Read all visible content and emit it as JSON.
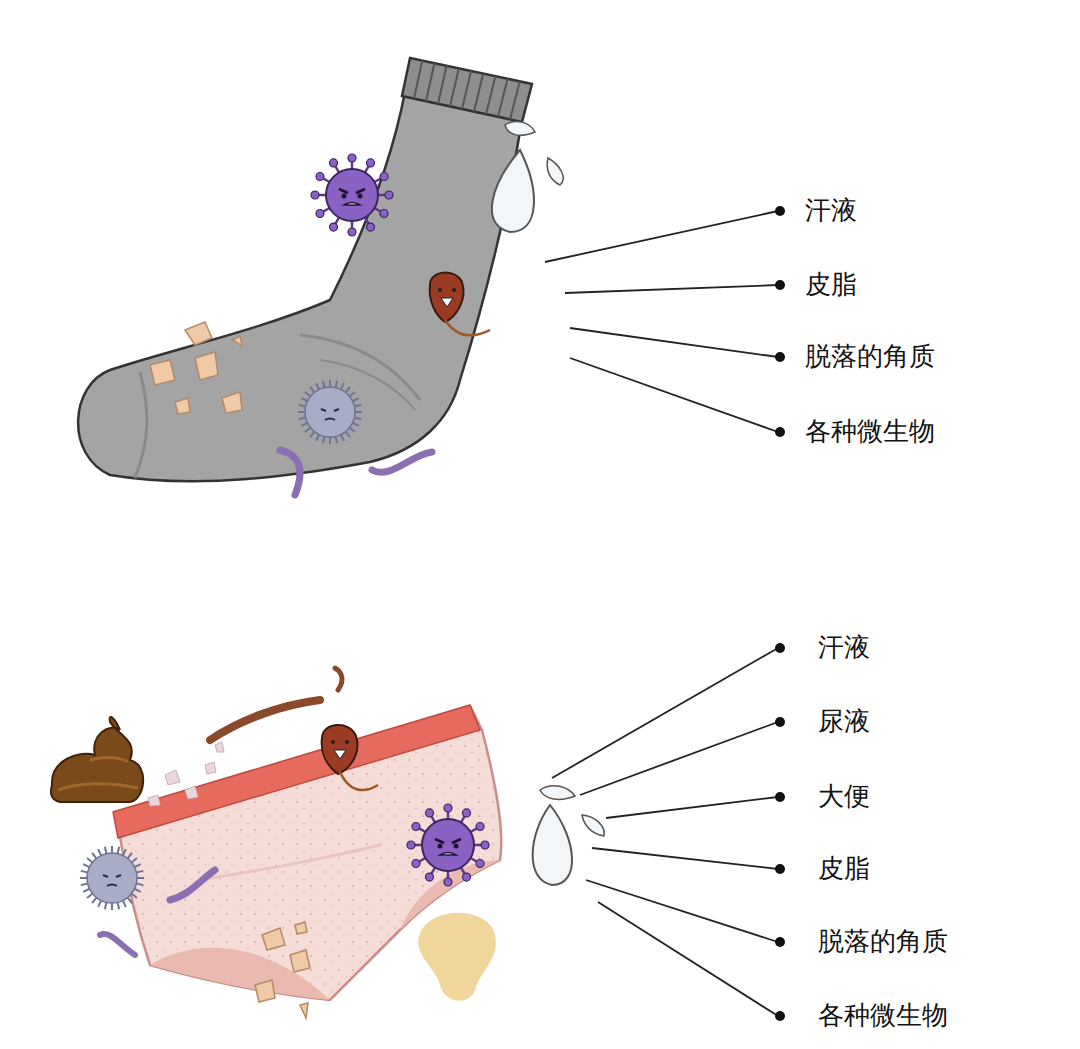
{
  "diagram": {
    "labels": [
      "汗液",
      "皮脂",
      "脱落的角质",
      "各种微生物",
      "汗液",
      "尿液",
      "大便",
      "皮脂",
      "脱落的角质",
      "各种微生物"
    ]
  }
}
